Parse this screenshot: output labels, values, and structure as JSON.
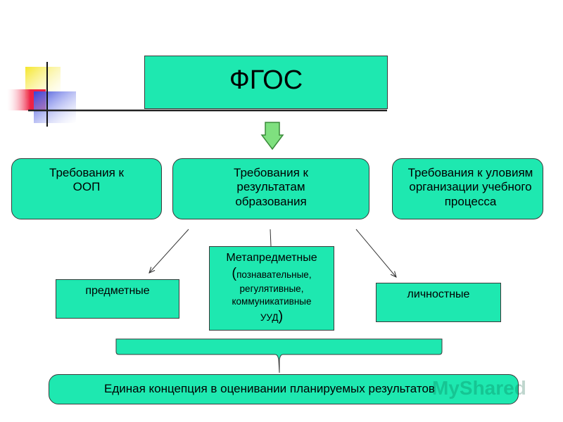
{
  "diagram": {
    "title": "ФГОС",
    "requirements": [
      "Требования к\nООП",
      "Требования к\nрезультатам\nобразования",
      "Требования к уловиям\nорганизации учебного\nпроцесса"
    ],
    "results": {
      "subject": "предметные",
      "meta_title": "Метапредметные",
      "meta_paren_open": "(",
      "meta_items": "познавательные,\nрегулятивные,\nкоммуникативные\nУУД",
      "meta_paren_close": ")",
      "personal": "личностные"
    },
    "conclusion": "Единая концепция в оценивании планируемых результатов"
  },
  "watermark": "MyShared",
  "colors": {
    "box_fill": "#1ee8b0",
    "border": "#3a3a3a",
    "arrow_fill": "#7fe07f",
    "deco_yellow": "#f5e62a",
    "deco_red": "#ee2244",
    "deco_blue": "#3344dd"
  }
}
